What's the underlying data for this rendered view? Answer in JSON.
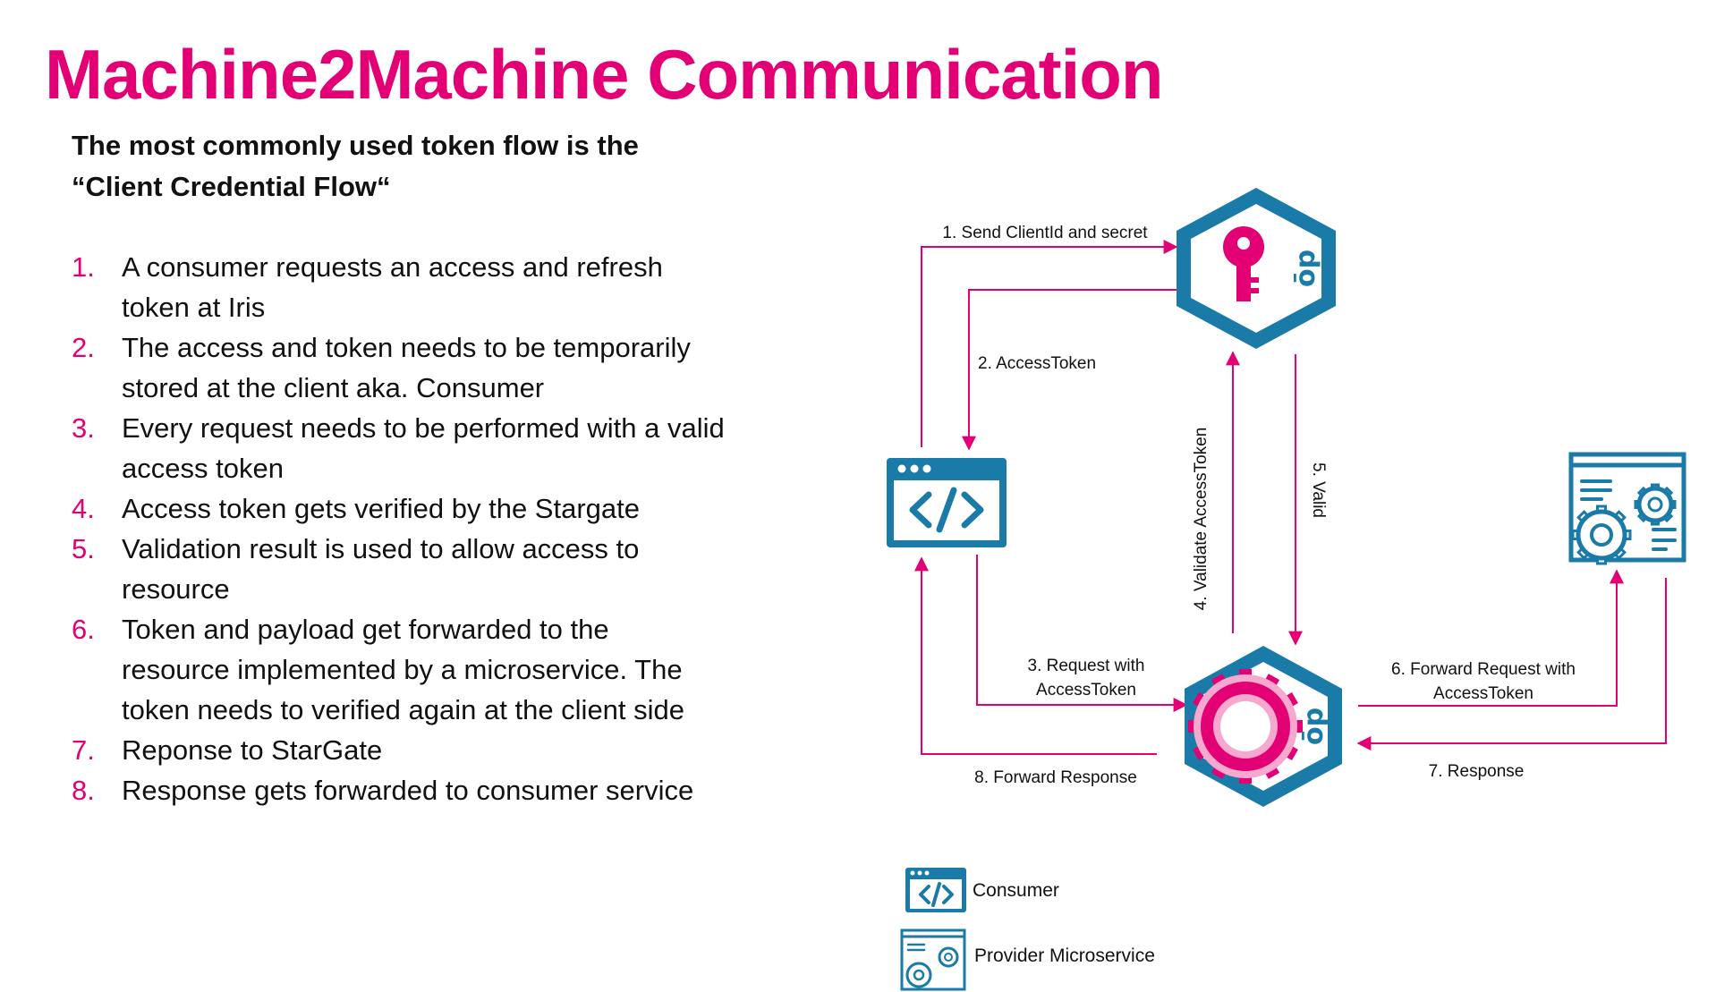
{
  "title": "Machine2Machine Communication",
  "subtitle": {
    "line1": "The most commonly used token flow is the",
    "line2": "“Client Credential Flow“"
  },
  "steps": [
    {
      "num": "1.",
      "lines": [
        "A consumer requests an access and refresh",
        "token at Iris"
      ]
    },
    {
      "num": "2.",
      "lines": [
        "The access and token needs to be temporarily",
        "stored at the client aka. Consumer"
      ]
    },
    {
      "num": "3.",
      "lines": [
        "Every request needs to be performed with a valid",
        "access token"
      ]
    },
    {
      "num": "4.",
      "lines": [
        "Access token gets verified by the Stargate"
      ]
    },
    {
      "num": "5.",
      "lines": [
        "Validation result is used to allow access to",
        "resource"
      ]
    },
    {
      "num": "6.",
      "lines": [
        "Token and payload get forwarded to the",
        "resource implemented by a microservice.  The",
        "token needs to verified again at the client side"
      ]
    },
    {
      "num": "7.",
      "lines": [
        "Reponse to StarGate"
      ]
    },
    {
      "num": "8.",
      "lines": [
        "Response gets forwarded to consumer service"
      ]
    }
  ],
  "diagram": {
    "labels": {
      "send_client": "1. Send ClientId and secret",
      "access_token": "2. AccessToken",
      "request_line1": "3. Request with",
      "request_line2": "AccessToken",
      "validate": "4. Validate AccessToken",
      "valid": "5. Valid",
      "forward_line1": "6. Forward Request with",
      "forward_line2": "AccessToken",
      "response": "7. Response",
      "forward_response": "8. Forward Response"
    },
    "icon_text": {
      "iris_logo": "ōp",
      "stargate_logo": "ōp",
      "code_symbol": "</>"
    }
  },
  "legend": {
    "consumer": "Consumer",
    "provider": "Provider Microservice"
  },
  "colors": {
    "magenta": "#e20074",
    "blue": "#1a7aa8",
    "text": "#111111"
  }
}
